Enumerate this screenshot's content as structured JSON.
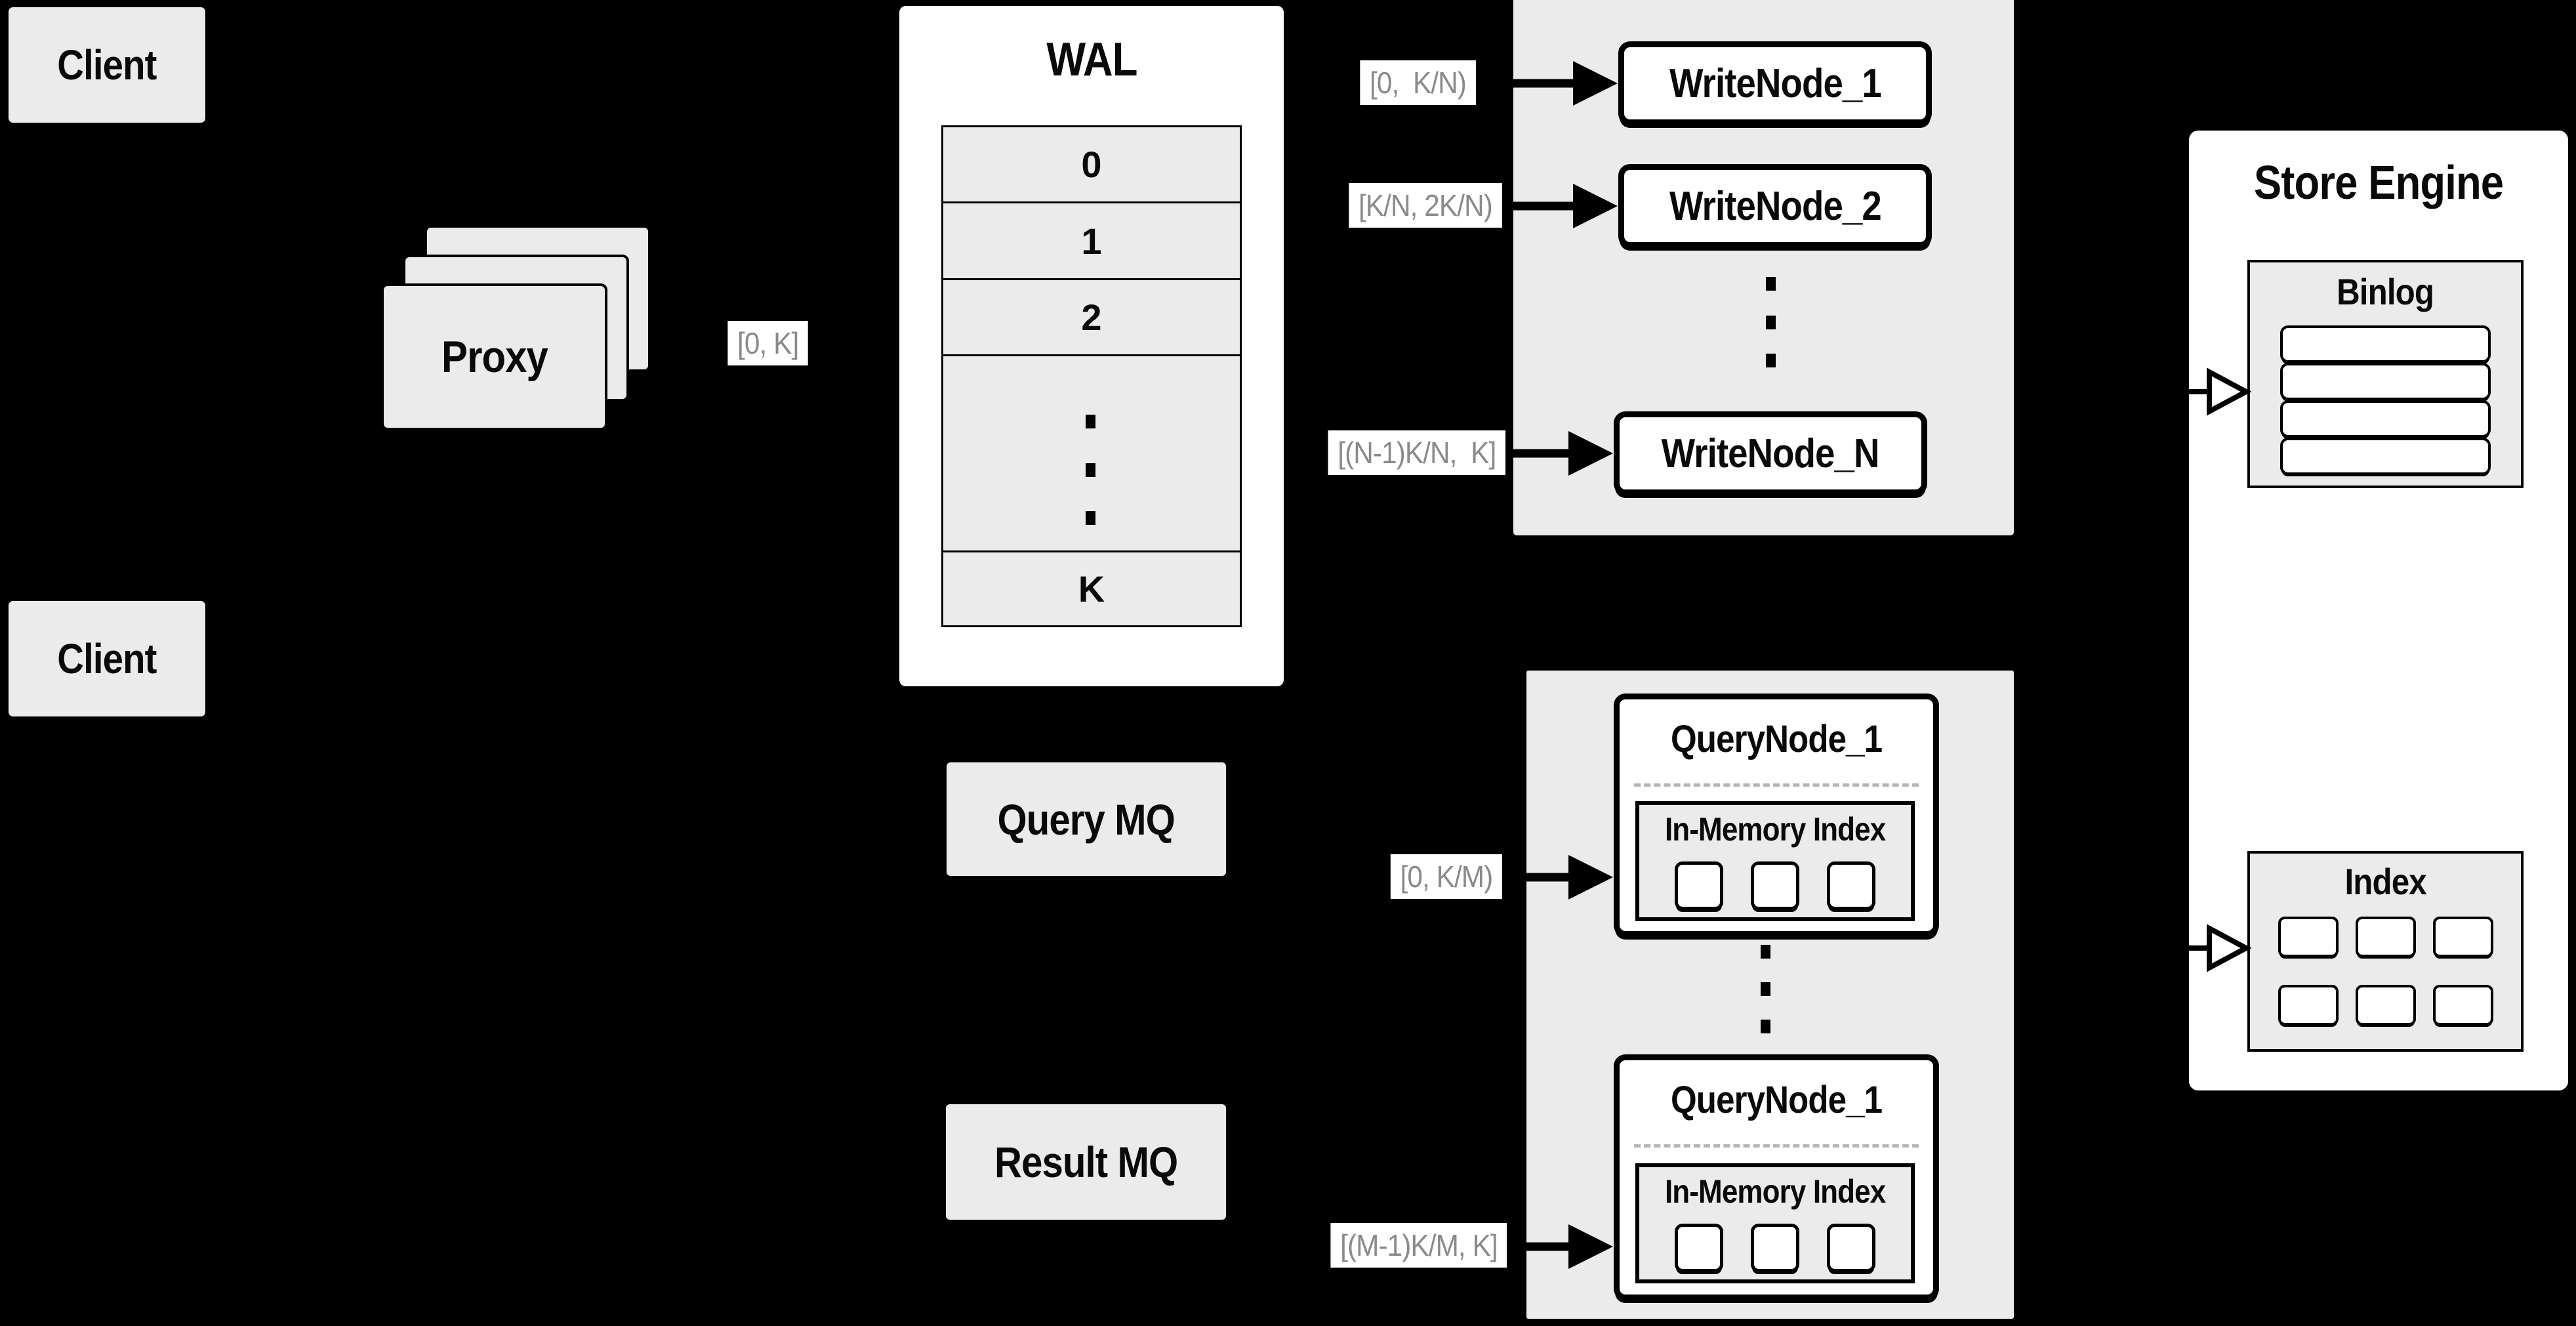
{
  "colors": {
    "background": "#000000",
    "panel_gray": "#ebebeb",
    "box_white": "#ffffff",
    "border": "#000000",
    "range_text": "#8a8a8a"
  },
  "clients": {
    "top": "Client",
    "bottom": "Client"
  },
  "proxy": {
    "label": "Proxy"
  },
  "proxy_range": "[0, K]",
  "wal": {
    "title": "WAL",
    "rows": [
      "0",
      "1",
      "2"
    ],
    "ellipsis": "vertical-dots",
    "last_row": "K"
  },
  "write_group": {
    "nodes": [
      "WriteNode_1",
      "WriteNode_2",
      "WriteNode_N"
    ],
    "ranges": [
      "[0,  K/N)",
      "[K/N, 2K/N)",
      "[(N-1)K/N,  K]"
    ]
  },
  "mq": {
    "query": "Query MQ",
    "result": "Result MQ"
  },
  "query_group": {
    "nodes": [
      {
        "title": "QueryNode_1",
        "inner": "In-Memory Index",
        "range": "[0, K/M)"
      },
      {
        "title": "QueryNode_1",
        "inner": "In-Memory Index",
        "range": "[(M-1)K/M, K]"
      }
    ]
  },
  "store_engine": {
    "title": "Store Engine",
    "binlog": "Binlog",
    "index": "Index"
  }
}
